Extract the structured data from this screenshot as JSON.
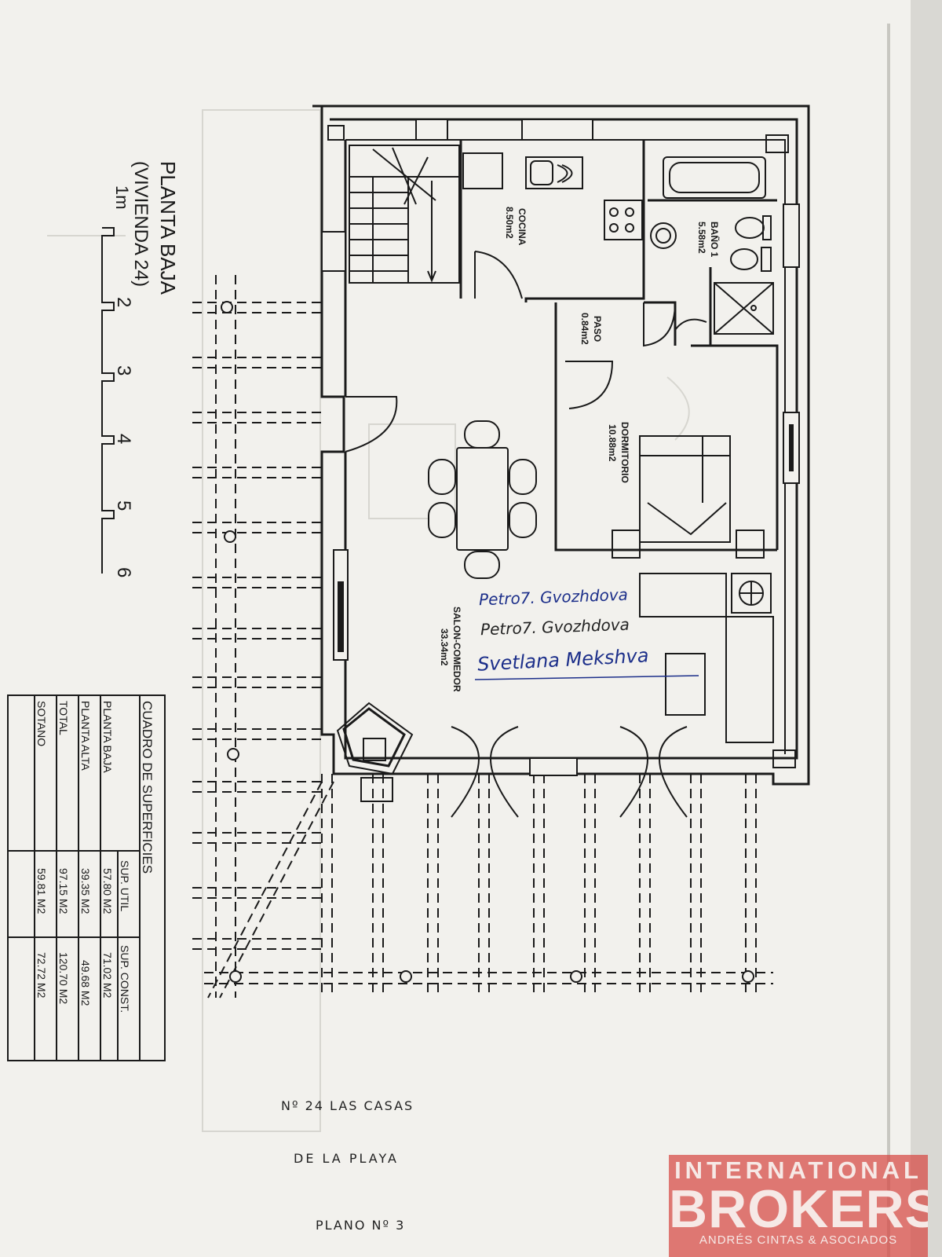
{
  "plan": {
    "title": "PLANTA BAJA",
    "subtitle": "(VIVIENDA 24)",
    "scale_label": "1m",
    "scale_marks": [
      "2",
      "3",
      "4",
      "5",
      "6"
    ]
  },
  "rooms": [
    {
      "name": "COCINA",
      "area": "8.50m2"
    },
    {
      "name": "BAÑO 1",
      "area": "5.58m2"
    },
    {
      "name": "PASO",
      "area": "0.84m2"
    },
    {
      "name": "DORMITORIO",
      "area": "10.88m2"
    },
    {
      "name": "SALON-COMEDOR",
      "area": "33.34m2"
    }
  ],
  "surface_table": {
    "title": "CUADRO DE SUPERFICIES",
    "columns": [
      "",
      "SUP. UTIL",
      "SUP. CONST."
    ],
    "rows": [
      [
        "PLANTA BAJA",
        "57.80 M2",
        "71.02 M2"
      ],
      [
        "PLANTA ALTA",
        "39.35 M2",
        "49.68 M2"
      ],
      [
        "TOTAL",
        "97.15 M2",
        "120.70 M2"
      ],
      [
        "SOTANO",
        "59.81 M2",
        "72.72 M2"
      ]
    ]
  },
  "annotations": {
    "signature_1": "Petro7. Gvozhdova",
    "signature_2": "Petro7. Gvozhdova",
    "signature_3": "Svetlana Mekshva",
    "handwritten_lines": [
      "Nº 24 LAS CASAS",
      "DE LA PLAYA",
      "PLANO Nº 3"
    ]
  },
  "watermark": {
    "line1": "INTERNATIONAL",
    "line2": "BROKERS",
    "line3": "ANDRÉS CINTAS & ASOCIADOS"
  },
  "colors": {
    "ink": "#1a1a1a",
    "blue_ink": "#1c2f8a",
    "paper": "#f2f1ed",
    "watermark_bg": "#d64842"
  }
}
